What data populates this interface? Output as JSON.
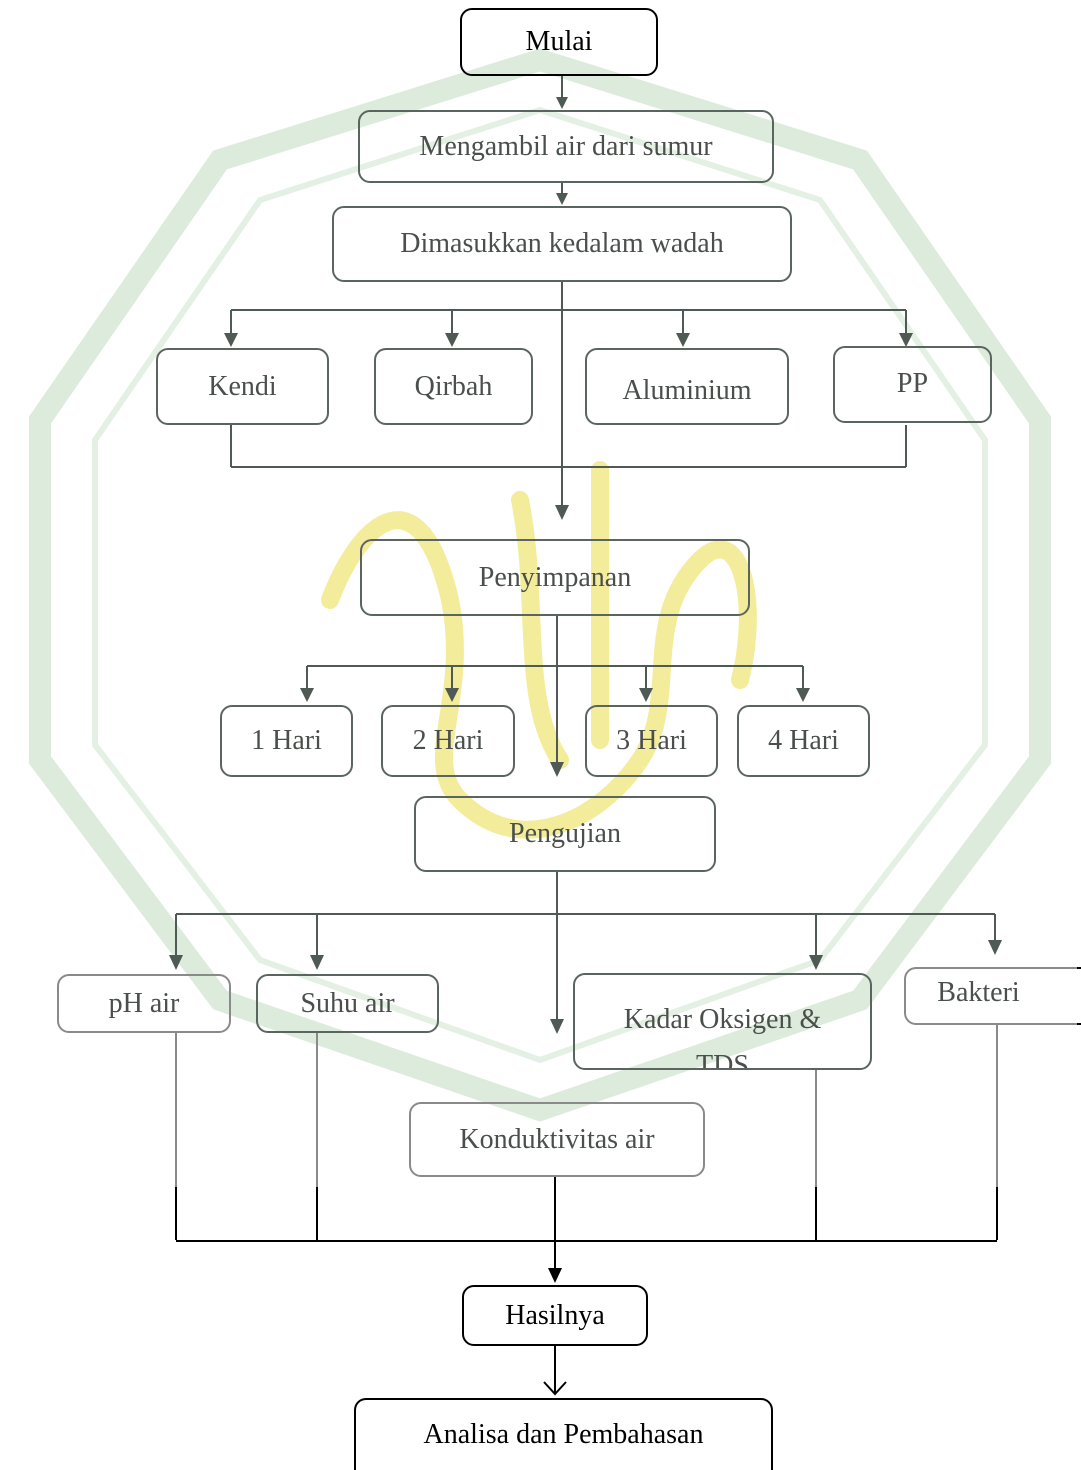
{
  "nodes": {
    "mulai": "Mulai",
    "mengambil": "Mengambil air dari sumur",
    "dimasukkan": "Dimasukkan kedalam wadah",
    "kendi": "Kendi",
    "qirbah": "Qirbah",
    "aluminium": "Aluminium",
    "pp": "PP",
    "penyimpanan": "Penyimpanan",
    "hari1": "1 Hari",
    "hari2": "2 Hari",
    "hari3": "3 Hari",
    "hari4": "4 Hari",
    "pengujian": "Pengujian",
    "ph": "pH air",
    "suhu": "Suhu air",
    "kadar_line1": "Kadar Oksigen &",
    "kadar_line2": "TDS",
    "bakteri": "Bakteri",
    "konduktivitas": "Konduktivitas air",
    "hasilnya": "Hasilnya",
    "analisa": "Analisa dan Pembahasan"
  },
  "colors": {
    "node_border": "#5a6560",
    "arrow": "#4f5a55",
    "watermark_green": "#cfe6cf",
    "watermark_yellow": "#f3ec9a"
  }
}
